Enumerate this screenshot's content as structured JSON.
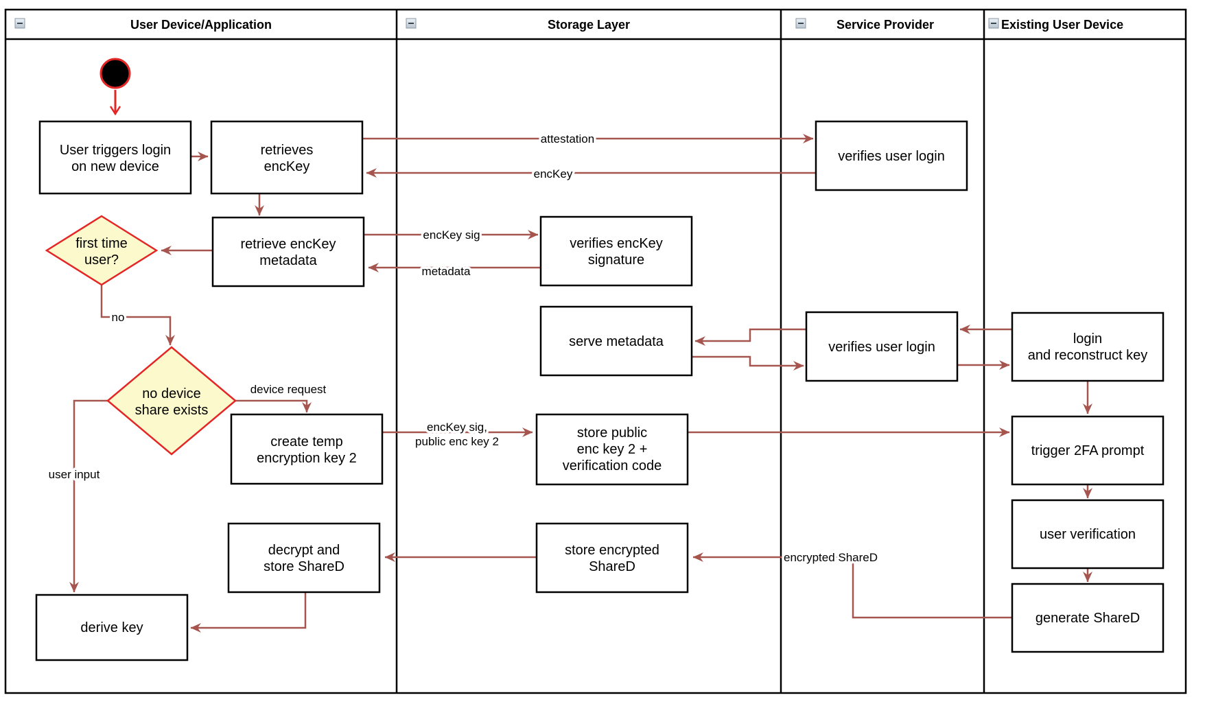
{
  "diagram": {
    "lanes": [
      {
        "title": "User Device/Application"
      },
      {
        "title": "Storage Layer"
      },
      {
        "title": "Service Provider"
      },
      {
        "title": "Existing User Device"
      }
    ],
    "nodes": {
      "user_triggers_login": {
        "lines": [
          "User triggers login",
          "on new device"
        ]
      },
      "retrieves_enckey": {
        "lines": [
          "retrieves",
          "encKey"
        ]
      },
      "retrieve_enckey_metadata": {
        "lines": [
          "retrieve encKey",
          "metadata"
        ]
      },
      "verifies_enckey_signature": {
        "lines": [
          "verifies encKey",
          "signature"
        ]
      },
      "verifies_user_login_top": {
        "lines": [
          "verifies user login"
        ]
      },
      "serve_metadata": {
        "lines": [
          "serve metadata"
        ]
      },
      "verifies_user_login_mid": {
        "lines": [
          "verifies user login"
        ]
      },
      "login_and_reconstruct_key": {
        "lines": [
          "login",
          "and reconstruct key"
        ]
      },
      "create_temp_encryption_key": {
        "lines": [
          "create temp",
          "encryption key 2"
        ]
      },
      "store_public_enc_key": {
        "lines": [
          "store public",
          "enc key 2 +",
          "verification code"
        ]
      },
      "trigger_2fa_prompt": {
        "lines": [
          "trigger 2FA prompt"
        ]
      },
      "user_verification": {
        "lines": [
          "user verification"
        ]
      },
      "decrypt_and_store_shared": {
        "lines": [
          "decrypt and",
          "store ShareD"
        ]
      },
      "store_encrypted_shared": {
        "lines": [
          "store encrypted",
          "ShareD"
        ]
      },
      "generate_shared": {
        "lines": [
          "generate ShareD"
        ]
      },
      "derive_key": {
        "lines": [
          "derive key"
        ]
      }
    },
    "decisions": {
      "first_time_user": {
        "lines": [
          "first time",
          "user?"
        ]
      },
      "no_device_share_exists": {
        "lines": [
          "no device",
          "share exists"
        ]
      }
    },
    "edge_labels": {
      "attestation": "attestation",
      "enckey": "encKey",
      "enckey_sig": "encKey sig",
      "metadata": "metadata",
      "no": "no",
      "device_request": "device request",
      "enckey_sig_public": {
        "lines": [
          "encKey sig,",
          "public enc key 2"
        ]
      },
      "user_input": "user input",
      "encrypted_shared": "encrypted ShareD"
    },
    "colors": {
      "edge": "#a5544e",
      "start_node": "#e32726",
      "decision_fill": "#fcf9cc",
      "decision_border": "#e32726",
      "node_fill": "#ffffff",
      "node_border": "#000000"
    }
  }
}
